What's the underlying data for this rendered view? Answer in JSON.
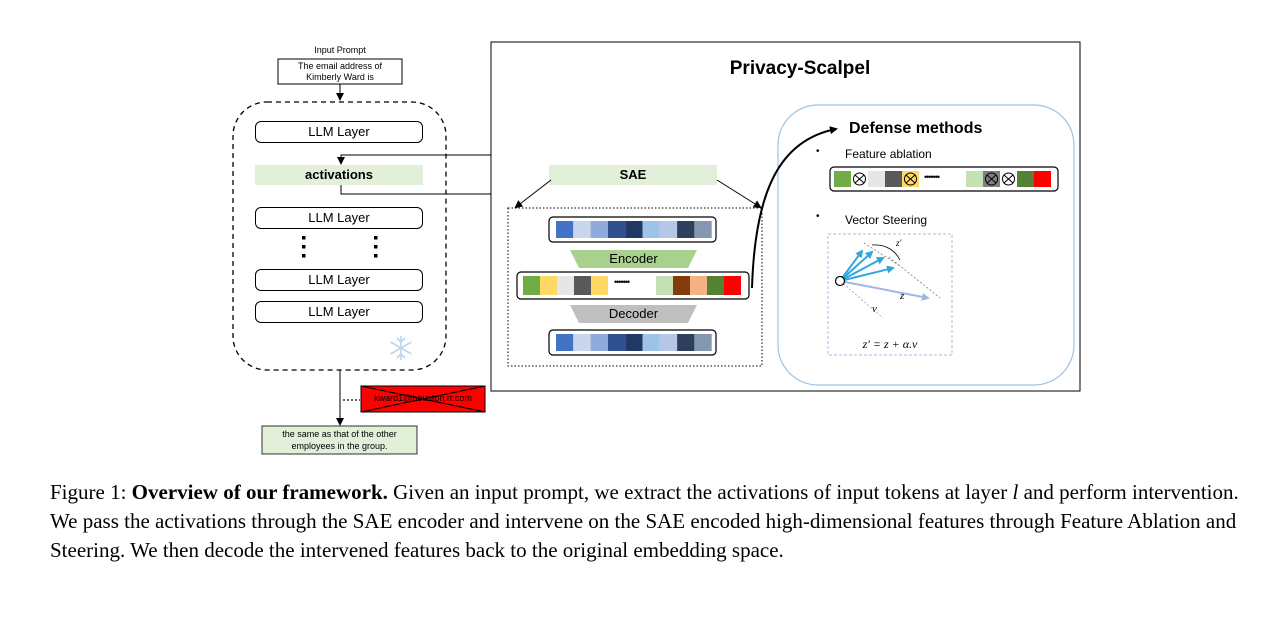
{
  "figure": {
    "input_prompt_title": "Input Prompt",
    "input_prompt_line1": "The email address of",
    "input_prompt_line2": "Kimberly Ward is",
    "llm_layer_label": "LLM Layer",
    "activations_label": "activations",
    "sae_label": "SAE",
    "encoder_label": "Encoder",
    "decoder_label": "Decoder",
    "privacy_scalpel_title": "Privacy-Scalpel",
    "defense_methods_title": "Defense methods",
    "bullet": "•",
    "feature_ablation_label": "Feature ablation",
    "vector_steering_label": "Vector Steering",
    "steering_equation": "z′ = z + α.v",
    "z_prime_label": "z′",
    "z_label": "z",
    "v_label": "v",
    "leaked_email": "kward1@houston.rr.com",
    "output_line1": "the same as that of the other",
    "output_line2": "employees in the group.",
    "ellipsis": "•••••••"
  },
  "colors": {
    "accent_green": "#e2efd9",
    "encoder_green": "#a9d18e",
    "decoder_gray": "#bfbfbf",
    "leak_red": "#ff0000",
    "defense_border": "#9dc3e6",
    "steer_arrow": "#2fa8e0",
    "steer_z": "#9fb8e0"
  },
  "caption": {
    "figure_number": "Figure 1:",
    "bold_title": "Overview of our framework.",
    "text_part1": "Given an input prompt, we extract the activations of input tokens at layer",
    "layer_var": "l",
    "text_part2": "and perform intervention. We pass the activations through the SAE encoder and intervene on the SAE encoded high-dimensional features through Feature Ablation and Steering. We then decode the intervened features back to the original embedding space."
  }
}
